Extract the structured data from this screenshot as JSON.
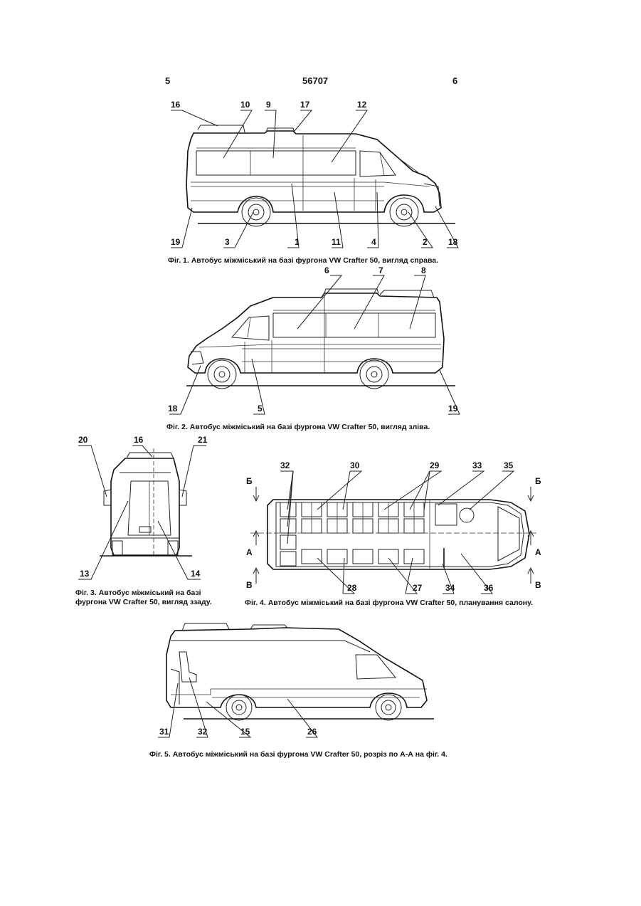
{
  "header": {
    "left_page": "5",
    "doc_number": "56707",
    "right_page": "6"
  },
  "figures": [
    {
      "caption": "Фіг. 1. Автобус міжміський на базі фургона VW Crafter 50, вигляд справа.",
      "labels": [
        "16",
        "10",
        "9",
        "17",
        "12",
        "19",
        "3",
        "1",
        "11",
        "4",
        "2",
        "18"
      ]
    },
    {
      "caption": "Фіг. 2. Автобус міжміський на базі фургона VW Crafter 50, вигляд зліва.",
      "labels": [
        "6",
        "7",
        "8",
        "18",
        "5",
        "19"
      ]
    },
    {
      "caption_lines": [
        "Фіг. 3. Автобус міжміський на базі",
        "фургона VW Crafter 50, вигляд ззаду."
      ],
      "labels": [
        "20",
        "16",
        "21",
        "13",
        "14"
      ]
    },
    {
      "caption": "Фіг. 4. Автобус міжміський на базі фургона VW Crafter 50, планування салону.",
      "labels": [
        "32",
        "30",
        "29",
        "33",
        "35",
        "28",
        "27",
        "34",
        "36"
      ],
      "section_marks": [
        "Б",
        "Б",
        "А",
        "А",
        "В",
        "В"
      ]
    },
    {
      "caption": "Фіг. 5. Автобус міжміський на базі фургона VW Crafter 50, розріз по А-А на фіг. 4.",
      "labels": [
        "31",
        "32",
        "15",
        "26"
      ]
    }
  ]
}
